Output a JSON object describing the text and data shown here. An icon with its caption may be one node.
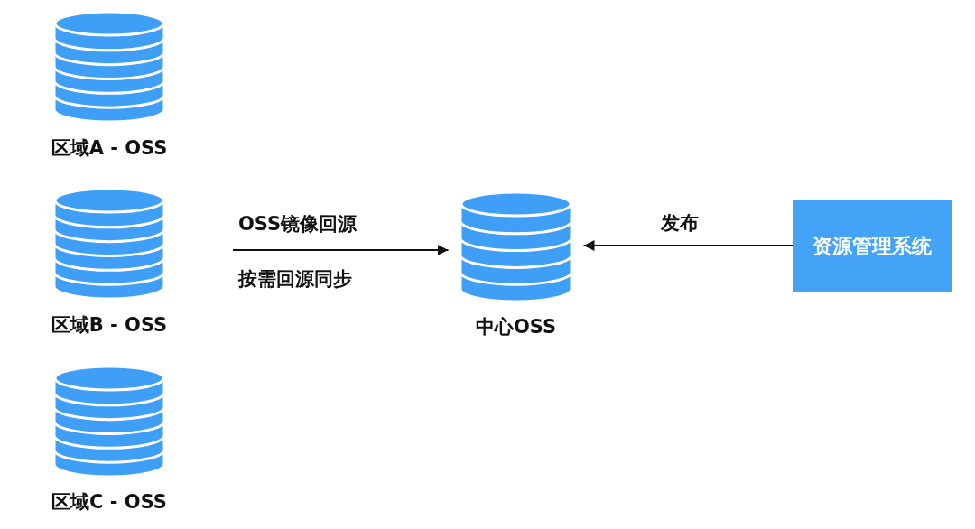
{
  "diagram": {
    "nodes": [
      {
        "text": [
          "区域A - OSS"
        ]
      },
      {
        "text": [
          "区域B - OSS"
        ]
      },
      {
        "text": [
          "区域C - OSS"
        ]
      },
      {
        "text": [
          "中心OSS"
        ]
      },
      {
        "text": [
          "资源管理系统"
        ]
      }
    ],
    "edges": [
      {
        "from": null,
        "to": 3,
        "arrow": "to",
        "label": "OSS镜像回源"
      },
      {
        "from": 4,
        "to": 3,
        "arrow": "to",
        "label": "发布"
      }
    ],
    "labels": [
      "按需回源同步"
    ]
  }
}
